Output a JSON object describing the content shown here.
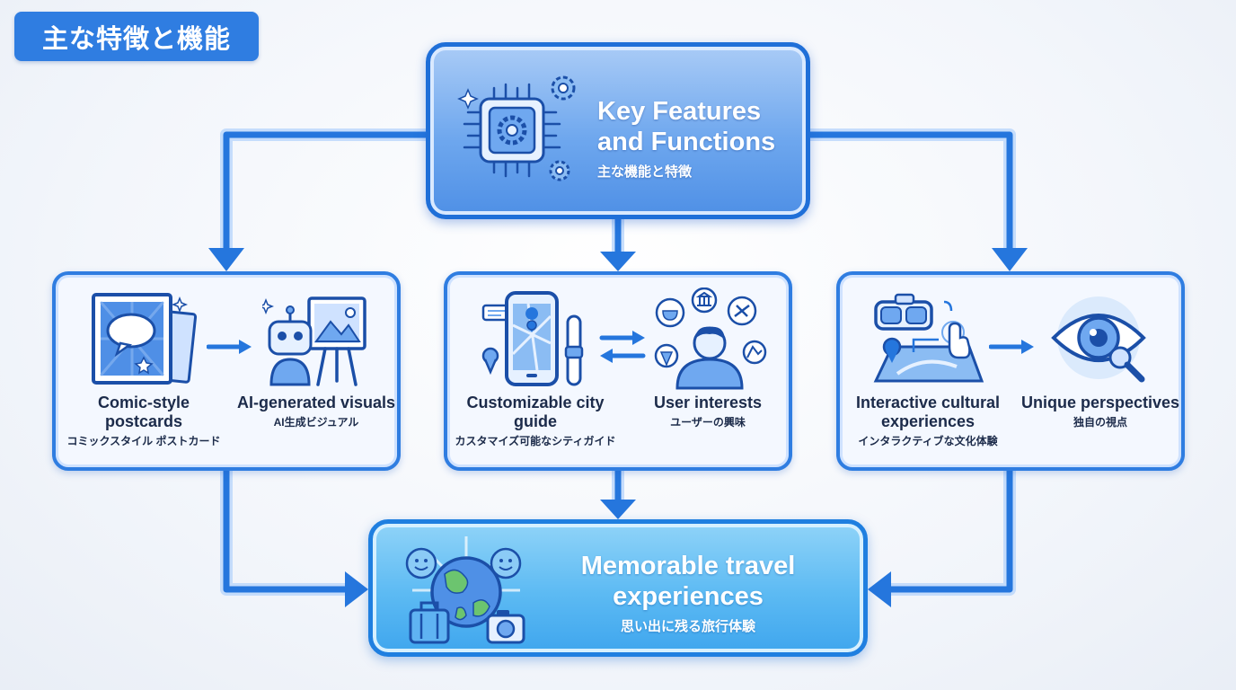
{
  "header": {
    "badge": "主な特徴と機能"
  },
  "top": {
    "title": "Key Features and Functions",
    "subtitle": "主な機能と特徴"
  },
  "groups": [
    {
      "items": [
        {
          "en": "Comic-style postcards",
          "ja": "コミックスタイル ポストカード",
          "icon": "comic-postcard-icon"
        },
        {
          "en": "AI-generated visuals",
          "ja": "AI生成ビジュアル",
          "icon": "ai-robot-painter-icon"
        }
      ],
      "connector": "right-arrow"
    },
    {
      "items": [
        {
          "en": "Customizable city guide",
          "ja": "カスタマイズ可能なシティガイド",
          "icon": "phone-map-icon"
        },
        {
          "en": "User interests",
          "ja": "ユーザーの興味",
          "icon": "user-interests-icon"
        }
      ],
      "connector": "bidirectional-arrows"
    },
    {
      "items": [
        {
          "en": "Interactive cultural experiences",
          "ja": "インタラクティブな文化体験",
          "icon": "vr-map-icon"
        },
        {
          "en": "Unique perspectives",
          "ja": "独自の視点",
          "icon": "eye-magnifier-icon"
        }
      ],
      "connector": "right-arrow"
    }
  ],
  "bottom": {
    "title": "Memorable travel experiences",
    "subtitle": "思い出に残る旅行体験"
  },
  "colors": {
    "primary": "#2f7de1",
    "dark": "#1c2b4a",
    "light_bg": "#f4f8ff",
    "accent": "#5cbaf3"
  }
}
